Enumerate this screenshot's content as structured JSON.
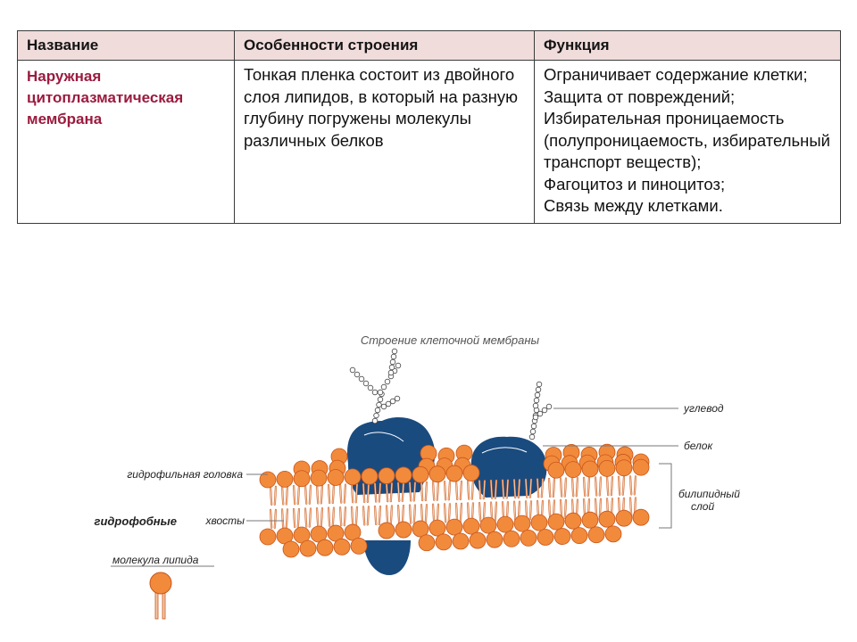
{
  "table": {
    "headers": [
      "Название",
      "Особенности строения",
      "Функция"
    ],
    "row": {
      "name": "Наружная цитоплазматическая мембрана",
      "structure": "Тонкая пленка состоит из двойного слоя липидов, в который на разную глубину погружены молекулы различных белков",
      "functions": [
        "Ограничивает содержание клетки;",
        "Защита от повреждений;",
        "Избирательная проницаемость (полупроницаемость, избирательный транспорт веществ);",
        "Фагоцитоз и пиноцитоз;",
        "Связь между клетками."
      ]
    }
  },
  "figure": {
    "caption": "Строение клеточной мембраны",
    "labels": {
      "carbohydrate": "углевод",
      "protein": "белок",
      "bilayer_line1": "билипидный",
      "bilayer_line2": "слой",
      "hydrophilic_head": "гидрофильная головка",
      "hydrophobic": "гидрофобные",
      "tails": "хвосты",
      "lipid_molecule": "молекула липида"
    },
    "colors": {
      "lipid_head": "#f28a3c",
      "lipid_head_stroke": "#c8561a",
      "protein": "#1a4b7f",
      "tail": "#f7c7a6",
      "label_line": "#777777"
    }
  }
}
